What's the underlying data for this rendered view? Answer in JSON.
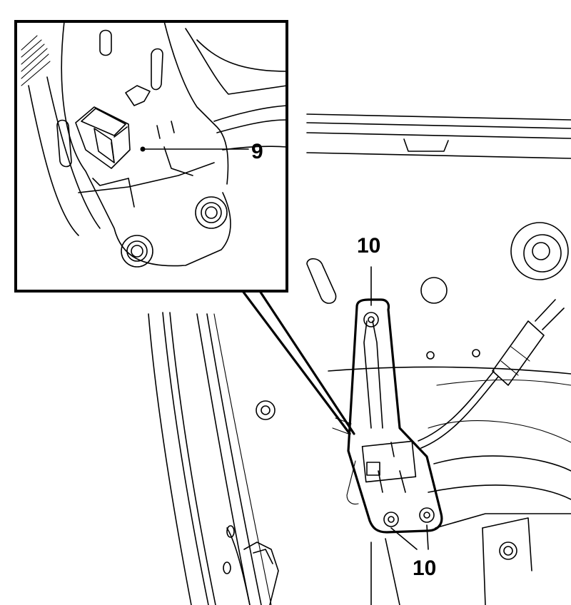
{
  "callouts": {
    "inset_part": "9",
    "bracket_top_bolt": "10",
    "bracket_bottom_bolts": "10"
  },
  "colors": {
    "line": "#000000",
    "background": "#ffffff"
  }
}
